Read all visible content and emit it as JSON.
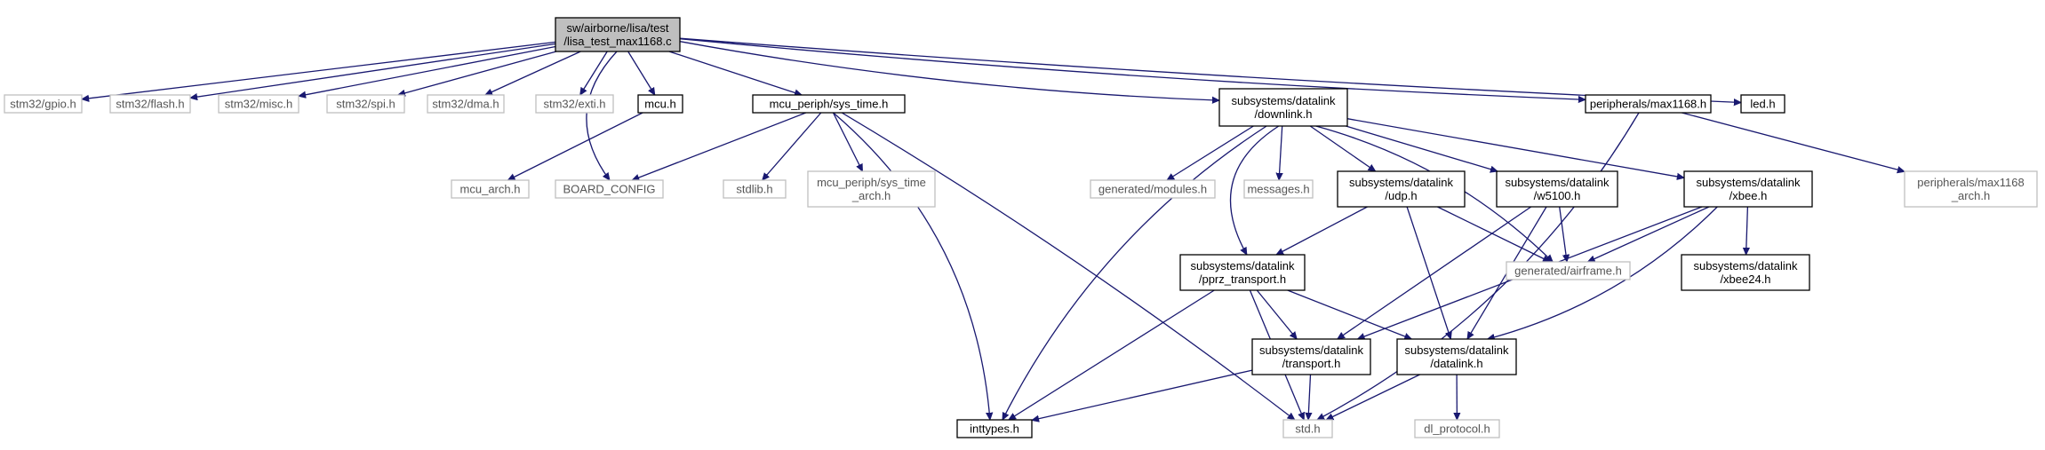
{
  "graph": {
    "colors": {
      "edge": "#191970",
      "root_fill": "#bfbfbf",
      "external_border": "#bfbfbf",
      "internal_border": "#000000"
    },
    "nodes": [
      {
        "id": "root",
        "lines": [
          "sw/airborne/lisa/test",
          "/lisa_test_max1168.c"
        ],
        "style": "root"
      },
      {
        "id": "gpio",
        "lines": [
          "stm32/gpio.h"
        ],
        "style": "external"
      },
      {
        "id": "flash",
        "lines": [
          "stm32/flash.h"
        ],
        "style": "external"
      },
      {
        "id": "misc",
        "lines": [
          "stm32/misc.h"
        ],
        "style": "external"
      },
      {
        "id": "spi",
        "lines": [
          "stm32/spi.h"
        ],
        "style": "external"
      },
      {
        "id": "dma",
        "lines": [
          "stm32/dma.h"
        ],
        "style": "external"
      },
      {
        "id": "exti",
        "lines": [
          "stm32/exti.h"
        ],
        "style": "external"
      },
      {
        "id": "mcu",
        "lines": [
          "mcu.h"
        ],
        "style": "internal"
      },
      {
        "id": "systime",
        "lines": [
          "mcu_periph/sys_time.h"
        ],
        "style": "internal"
      },
      {
        "id": "downlink",
        "lines": [
          "subsystems/datalink",
          "/downlink.h"
        ],
        "style": "internal"
      },
      {
        "id": "max1168",
        "lines": [
          "peripherals/max1168.h"
        ],
        "style": "internal"
      },
      {
        "id": "led",
        "lines": [
          "led.h"
        ],
        "style": "internal"
      },
      {
        "id": "mcuarch",
        "lines": [
          "mcu_arch.h"
        ],
        "style": "external"
      },
      {
        "id": "boardcfg",
        "lines": [
          "BOARD_CONFIG"
        ],
        "style": "external"
      },
      {
        "id": "stdlib",
        "lines": [
          "stdlib.h"
        ],
        "style": "external"
      },
      {
        "id": "systimearch",
        "lines": [
          "mcu_periph/sys_time",
          "_arch.h"
        ],
        "style": "external"
      },
      {
        "id": "genmodules",
        "lines": [
          "generated/modules.h"
        ],
        "style": "external"
      },
      {
        "id": "messages",
        "lines": [
          "messages.h"
        ],
        "style": "external"
      },
      {
        "id": "udp",
        "lines": [
          "subsystems/datalink",
          "/udp.h"
        ],
        "style": "internal"
      },
      {
        "id": "w5100",
        "lines": [
          "subsystems/datalink",
          "/w5100.h"
        ],
        "style": "internal"
      },
      {
        "id": "xbee",
        "lines": [
          "subsystems/datalink",
          "/xbee.h"
        ],
        "style": "internal"
      },
      {
        "id": "max1168arch",
        "lines": [
          "peripherals/max1168",
          "_arch.h"
        ],
        "style": "external"
      },
      {
        "id": "genairframe",
        "lines": [
          "generated/airframe.h"
        ],
        "style": "external"
      },
      {
        "id": "pprz",
        "lines": [
          "subsystems/datalink",
          "/pprz_transport.h"
        ],
        "style": "internal"
      },
      {
        "id": "xbee24",
        "lines": [
          "subsystems/datalink",
          "/xbee24.h"
        ],
        "style": "internal"
      },
      {
        "id": "transport",
        "lines": [
          "subsystems/datalink",
          "/transport.h"
        ],
        "style": "internal"
      },
      {
        "id": "datalink",
        "lines": [
          "subsystems/datalink",
          "/datalink.h"
        ],
        "style": "internal"
      },
      {
        "id": "inttypes",
        "lines": [
          "inttypes.h"
        ],
        "style": "internal"
      },
      {
        "id": "std",
        "lines": [
          "std.h"
        ],
        "style": "external"
      },
      {
        "id": "dlprotocol",
        "lines": [
          "dl_protocol.h"
        ],
        "style": "external"
      }
    ],
    "edges": [
      [
        "root",
        "gpio"
      ],
      [
        "root",
        "flash"
      ],
      [
        "root",
        "misc"
      ],
      [
        "root",
        "spi"
      ],
      [
        "root",
        "dma"
      ],
      [
        "root",
        "exti"
      ],
      [
        "root",
        "mcu"
      ],
      [
        "root",
        "boardcfg"
      ],
      [
        "root",
        "systime"
      ],
      [
        "root",
        "downlink"
      ],
      [
        "root",
        "max1168"
      ],
      [
        "root",
        "led"
      ],
      [
        "mcu",
        "mcuarch"
      ],
      [
        "systime",
        "boardcfg"
      ],
      [
        "systime",
        "stdlib"
      ],
      [
        "systime",
        "systimearch"
      ],
      [
        "systime",
        "inttypes"
      ],
      [
        "systime",
        "std"
      ],
      [
        "downlink",
        "inttypes"
      ],
      [
        "downlink",
        "pprz"
      ],
      [
        "downlink",
        "genmodules"
      ],
      [
        "downlink",
        "messages"
      ],
      [
        "downlink",
        "udp"
      ],
      [
        "downlink",
        "w5100"
      ],
      [
        "downlink",
        "xbee"
      ],
      [
        "downlink",
        "genairframe"
      ],
      [
        "udp",
        "pprz"
      ],
      [
        "udp",
        "genairframe"
      ],
      [
        "udp",
        "datalink"
      ],
      [
        "w5100",
        "genairframe"
      ],
      [
        "w5100",
        "transport"
      ],
      [
        "w5100",
        "datalink"
      ],
      [
        "xbee",
        "genairframe"
      ],
      [
        "xbee",
        "xbee24"
      ],
      [
        "xbee",
        "transport"
      ],
      [
        "xbee",
        "datalink"
      ],
      [
        "pprz",
        "transport"
      ],
      [
        "pprz",
        "datalink"
      ],
      [
        "pprz",
        "inttypes"
      ],
      [
        "pprz",
        "std"
      ],
      [
        "transport",
        "inttypes"
      ],
      [
        "transport",
        "std"
      ],
      [
        "datalink",
        "std"
      ],
      [
        "datalink",
        "dlprotocol"
      ],
      [
        "max1168",
        "max1168arch"
      ],
      [
        "max1168",
        "std"
      ]
    ]
  }
}
